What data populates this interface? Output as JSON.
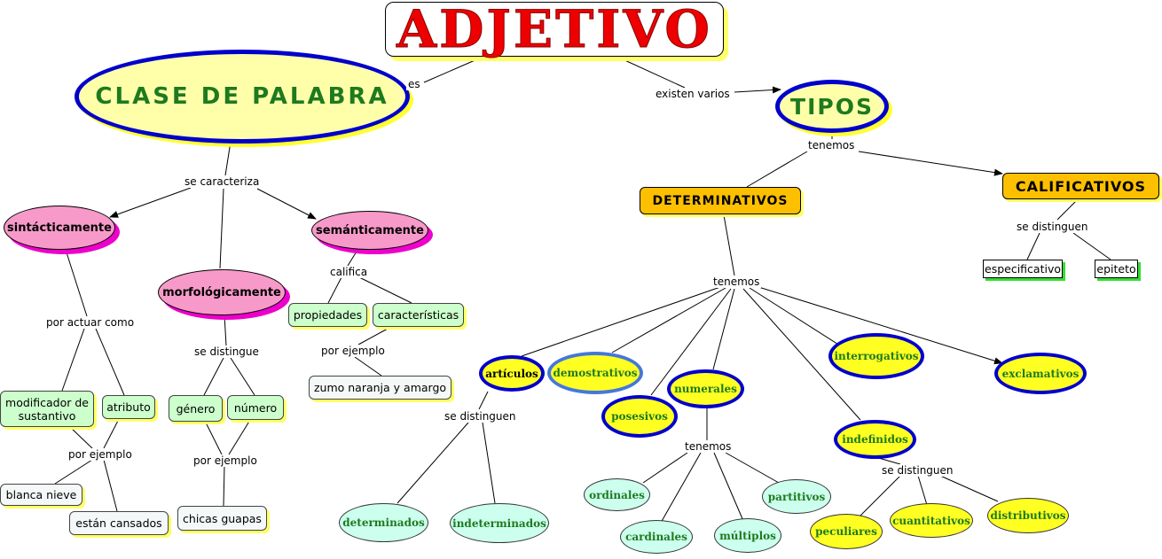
{
  "title": "ADJETIVO",
  "nodes": {
    "clase": "CLASE DE PALABRA",
    "tipos": "TIPOS",
    "sintacticamente": "sintácticamente",
    "morfologicamente": "morfológicamente",
    "semanticamente": "semánticamente",
    "modificador": "modificador de sustantivo",
    "atributo": "atributo",
    "blanca_nieve": "blanca nieve",
    "estan_cansados": "están cansados",
    "genero": "género",
    "numero": "número",
    "chicas_guapas": "chicas guapas",
    "propiedades": "propiedades",
    "caracteristicas": "características",
    "zumo": "zumo naranja y amargo",
    "determinativos": "DETERMINATIVOS",
    "calificativos": "CALIFICATIVOS",
    "especificativo": "especificativo",
    "epiteto": "epiteto",
    "articulos": "artículos",
    "demostrativos": "demostrativos",
    "posesivos": "posesivos",
    "numerales": "numerales",
    "interrogativos": "interrogativos",
    "exclamativos": "exclamativos",
    "indefinidos": "indefinidos",
    "determinados": "determinados",
    "indeterminados": "indeterminados",
    "ordinales": "ordinales",
    "cardinales": "cardinales",
    "multiplos": "múltiplos",
    "partitivos": "partitivos",
    "peculiares": "peculiares",
    "cuantitativos": "cuantitativos",
    "distributivos": "distributivos"
  },
  "links": {
    "es": "es",
    "existen_varios": "existen varios",
    "se_caracteriza": "se caracteriza",
    "tenemos_tipos": "tenemos",
    "por_actuar_como": "por actuar como",
    "por_ejemplo_sint": "por ejemplo",
    "se_distingue": "se distingue",
    "por_ejemplo_morf": "por ejemplo",
    "califica": "califica",
    "por_ejemplo_sem": "por ejemplo",
    "se_distinguen_calif": "se distinguen",
    "tenemos_det": "tenemos",
    "se_distinguen_art": "se distinguen",
    "tenemos_num": "tenemos",
    "se_distinguen_indef": "se distinguen"
  }
}
